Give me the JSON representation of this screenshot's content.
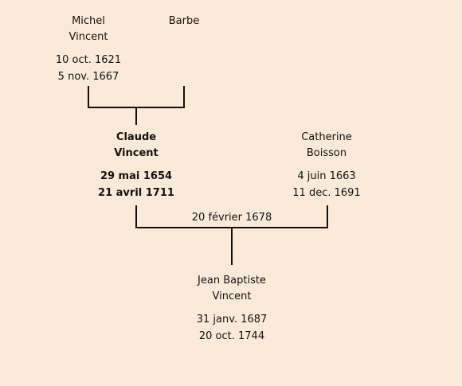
{
  "grandfather": {
    "first": "Michel",
    "last": "Vincent",
    "birth": "10 oct. 1621",
    "death": "5 nov. 1667"
  },
  "grandmother": {
    "first": "Barbe"
  },
  "father": {
    "first": "Claude",
    "last": "Vincent",
    "birth": "29 mai 1654",
    "death": "21 avril 1711"
  },
  "mother": {
    "first": "Catherine",
    "last": "Boisson",
    "birth": "4 juin 1663",
    "death": "11 dec. 1691"
  },
  "marriage": {
    "date": "20 février 1678"
  },
  "child": {
    "first": "Jean Baptiste",
    "last": "Vincent",
    "birth": "31 janv. 1687",
    "death": "20 oct. 1744"
  }
}
